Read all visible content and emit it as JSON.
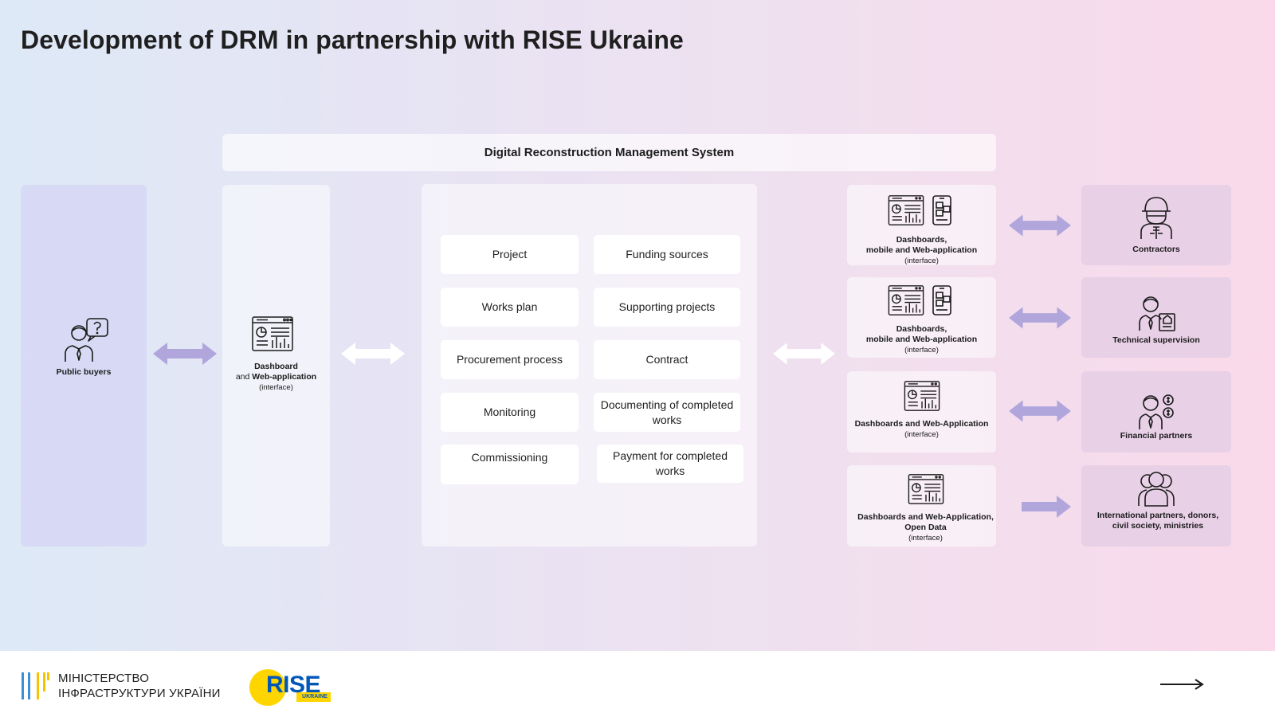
{
  "title": "Development of DRM in partnership with RISE Ukraine",
  "system_header": "Digital Reconstruction Management System",
  "public_buyers": {
    "label": "Public buyers"
  },
  "buyer_interface": {
    "line1": "Dashboard",
    "line2_prefix": "and ",
    "line2_bold": "Web-application",
    "line3": "(interface)"
  },
  "modules": [
    "Project",
    "Funding sources",
    "Works plan",
    "Supporting projects",
    "Procurement process",
    "Contract",
    "Monitoring",
    "Documenting of completed works",
    "Commissioning",
    "Payment for completed works"
  ],
  "interfaces": [
    {
      "line1": "Dashboards,",
      "line2": "mobile and Web-application",
      "line3": "(interface)"
    },
    {
      "line1": "Dashboards,",
      "line2": "mobile and Web-application",
      "line3": "(interface)"
    },
    {
      "line1": "Dashboards and Web-Application",
      "line3": "(interface)"
    },
    {
      "line1": "Dashboards and Web-Application,",
      "line2": "Open Data",
      "line3": "(interface)"
    }
  ],
  "stakeholders": [
    {
      "label": "Contractors",
      "icon": "contractor-icon"
    },
    {
      "label": "Technical supervision",
      "icon": "supervisor-icon"
    },
    {
      "label": "Financial partners",
      "icon": "financial-partner-icon"
    },
    {
      "label": "International partners, donors, civil society, ministries",
      "icon": "group-icon"
    }
  ],
  "footer": {
    "ministry_line1": "МІНІСТЕРСТВО",
    "ministry_line2": "ІНФРАСТРУКТУРИ УКРАЇНИ",
    "rise_logo": "RISE",
    "rise_sub": "UKRAINE",
    "next_icon": "arrow-right-icon"
  },
  "colors": {
    "accent_arrow": "#b0a6dc",
    "rise_yellow": "#ffd500",
    "rise_blue": "#0057b8",
    "ministry_blue": "#3f8fd8",
    "ministry_yellow": "#f5c400"
  }
}
